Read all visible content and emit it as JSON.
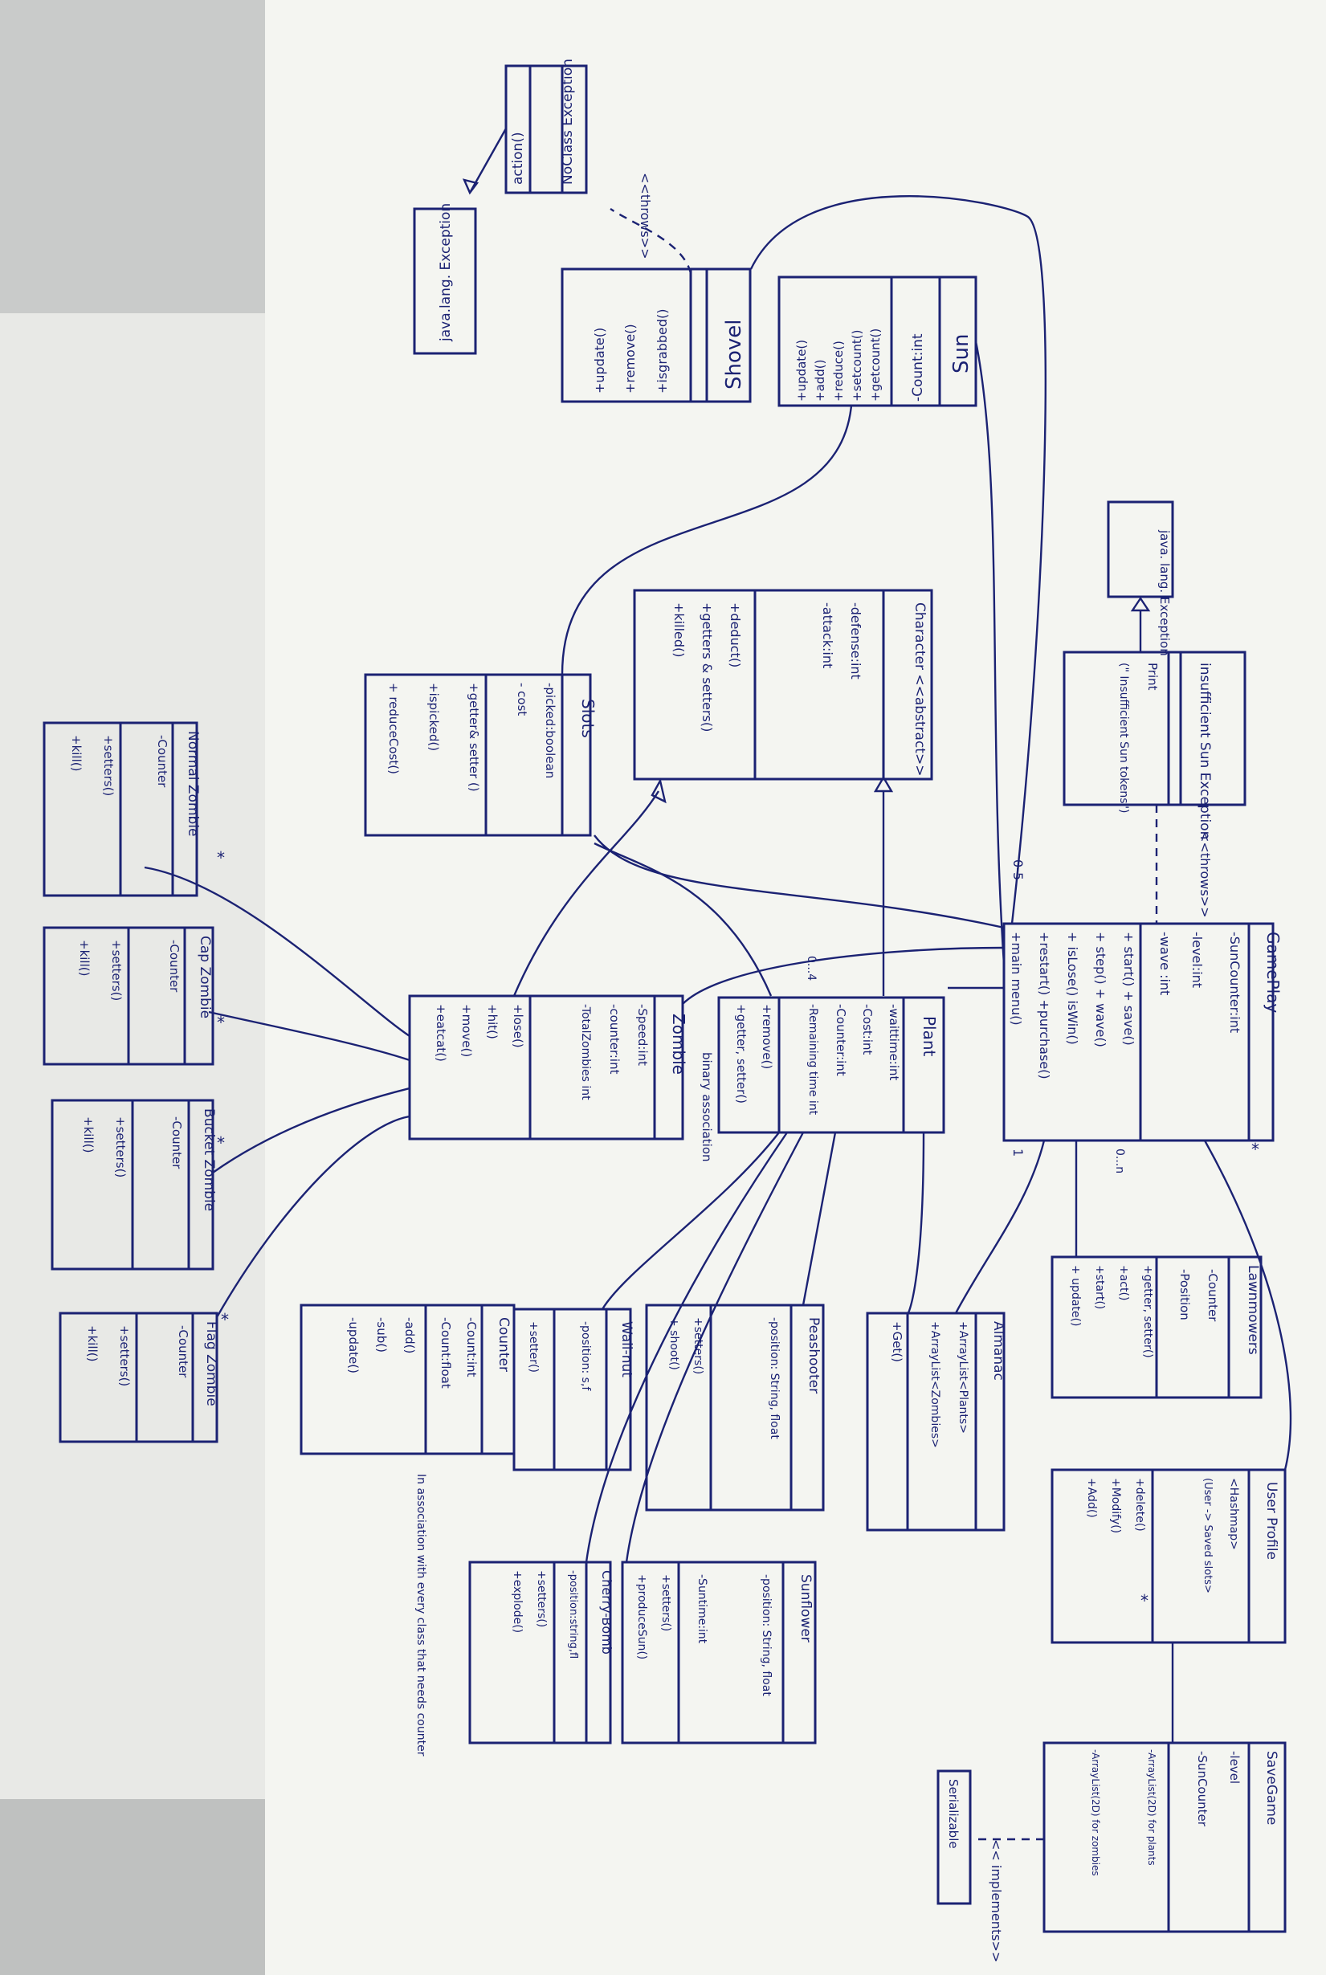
{
  "colors": {
    "ink": "#1b2273",
    "paper": "#f4f5f1",
    "background": "#b9bcbc"
  },
  "classes": {
    "no_class_exception": {
      "title": "NoClass Exception",
      "members": [
        "action()"
      ]
    },
    "java_lang_exception_top": {
      "title": "java.lang. Exception"
    },
    "shovel": {
      "title": "Shovel",
      "members": [
        "+isgrabbed()",
        "+remove()",
        "+update()"
      ]
    },
    "sun": {
      "title": "Sun",
      "members": [
        "-Count:int",
        "+getcount()",
        "+setcount()",
        "+reduce()",
        "+add()",
        "+update()"
      ]
    },
    "java_lang_exception_right": {
      "title": "java. lang. Exception"
    },
    "insufficient_sun_exception": {
      "title": "insufficient Sun Exception",
      "members": [
        "Print",
        "(\" Insufficient Sun tokens\")"
      ]
    },
    "character": {
      "title": "Character <<abstract>>",
      "members": [
        "-defense:int",
        "-attack:int",
        "+deduct()",
        "+getters & setters()",
        "+killed()"
      ]
    },
    "slots": {
      "title": "Slots",
      "members": [
        "-picked:boolean",
        "- cost",
        "+getter& setter ()",
        "+ispicked()",
        "+ reduceCost()"
      ]
    },
    "gameplay": {
      "title": "GamePlay",
      "members": [
        "-SunCounter:int",
        "-level:int",
        "-wave :int",
        "+ start()  + save()",
        "+ step()  + wave()",
        "+ isLose()  isWin()",
        "+restart()  +purchase()",
        "+main menu()"
      ]
    },
    "plant": {
      "title": "Plant",
      "members": [
        "-waittime:int",
        "-Cost:int",
        "-Counter:int",
        "-Remaining time int",
        "+remove()",
        "+getter, setter()"
      ]
    },
    "zombie": {
      "title": "Zombie",
      "members": [
        "-Speed:int",
        "-counter:int",
        "-TotalZombies int",
        "+lose()",
        "+hit()",
        "+move()",
        "+eatcat()"
      ]
    },
    "normal_zombie": {
      "title": "Normal Zombie",
      "members": [
        "-Counter",
        "+setters()",
        "+kill()"
      ]
    },
    "cap_zombie": {
      "title": "Cap Zombie",
      "members": [
        "-Counter",
        "+setters()",
        "+kill()"
      ]
    },
    "bucket_zombie": {
      "title": "Bucket Zombie",
      "members": [
        "-Counter",
        "+setters()",
        "+kill()"
      ]
    },
    "flag_zombie": {
      "title": "Flag Zombie",
      "members": [
        "-Counter",
        "+setters()",
        "+kill()"
      ]
    },
    "lawnmowers": {
      "title": "Lawnmowers",
      "members": [
        "-Counter",
        "-Position",
        "+getter, setter()",
        "+act()",
        "+start()",
        "+ update()"
      ]
    },
    "almanac": {
      "title": "Almanac",
      "members": [
        "+ArrayList<Plants>",
        "+ArrayList<Zombies>",
        "+Get()"
      ]
    },
    "peashooter": {
      "title": "Peashooter",
      "members": [
        "-position: String, float",
        "+setters()",
        "+ shoot()"
      ]
    },
    "wall_nut": {
      "title": "Wall-nut",
      "members": [
        "-position: s,f",
        "+setter()"
      ]
    },
    "counter": {
      "title": "Counter",
      "members": [
        "-Count:int",
        "-Count:float",
        "-add()",
        "-sub()",
        "-update()"
      ]
    },
    "user_profile": {
      "title": "User Profile",
      "members": [
        "<Hashmap>",
        "(User -> Saved slots>",
        "+delete()",
        "+Modify()",
        "+Add()"
      ]
    },
    "savegame": {
      "title": "SaveGame",
      "members": [
        "-level",
        "-SunCounter",
        "-ArrayList(2D) for plants",
        "-ArrayList(2D) for zombies"
      ]
    },
    "sunflower": {
      "title": "Sunflower",
      "members": [
        "-position: String, float",
        "-Suntime:int",
        "+setters()",
        "+produceSun()"
      ]
    },
    "cherry_bomb": {
      "title": "Cherry-Bomb",
      "members": [
        "-position:string,fl",
        "+setters()",
        "+explode()"
      ]
    },
    "serializable": {
      "title": "Serializable"
    }
  },
  "annotations": {
    "throws_top": "<<throws>>",
    "throws_right": "<<throws>>",
    "implements": "<< implements>>",
    "binary_association": "binary association",
    "counter_note": "In association with every class that needs counter",
    "mult_0_5": "0-5",
    "mult_0_n": "0...n",
    "mult_0_4": "0...4",
    "mult_1": "1",
    "mult_star": "*"
  }
}
